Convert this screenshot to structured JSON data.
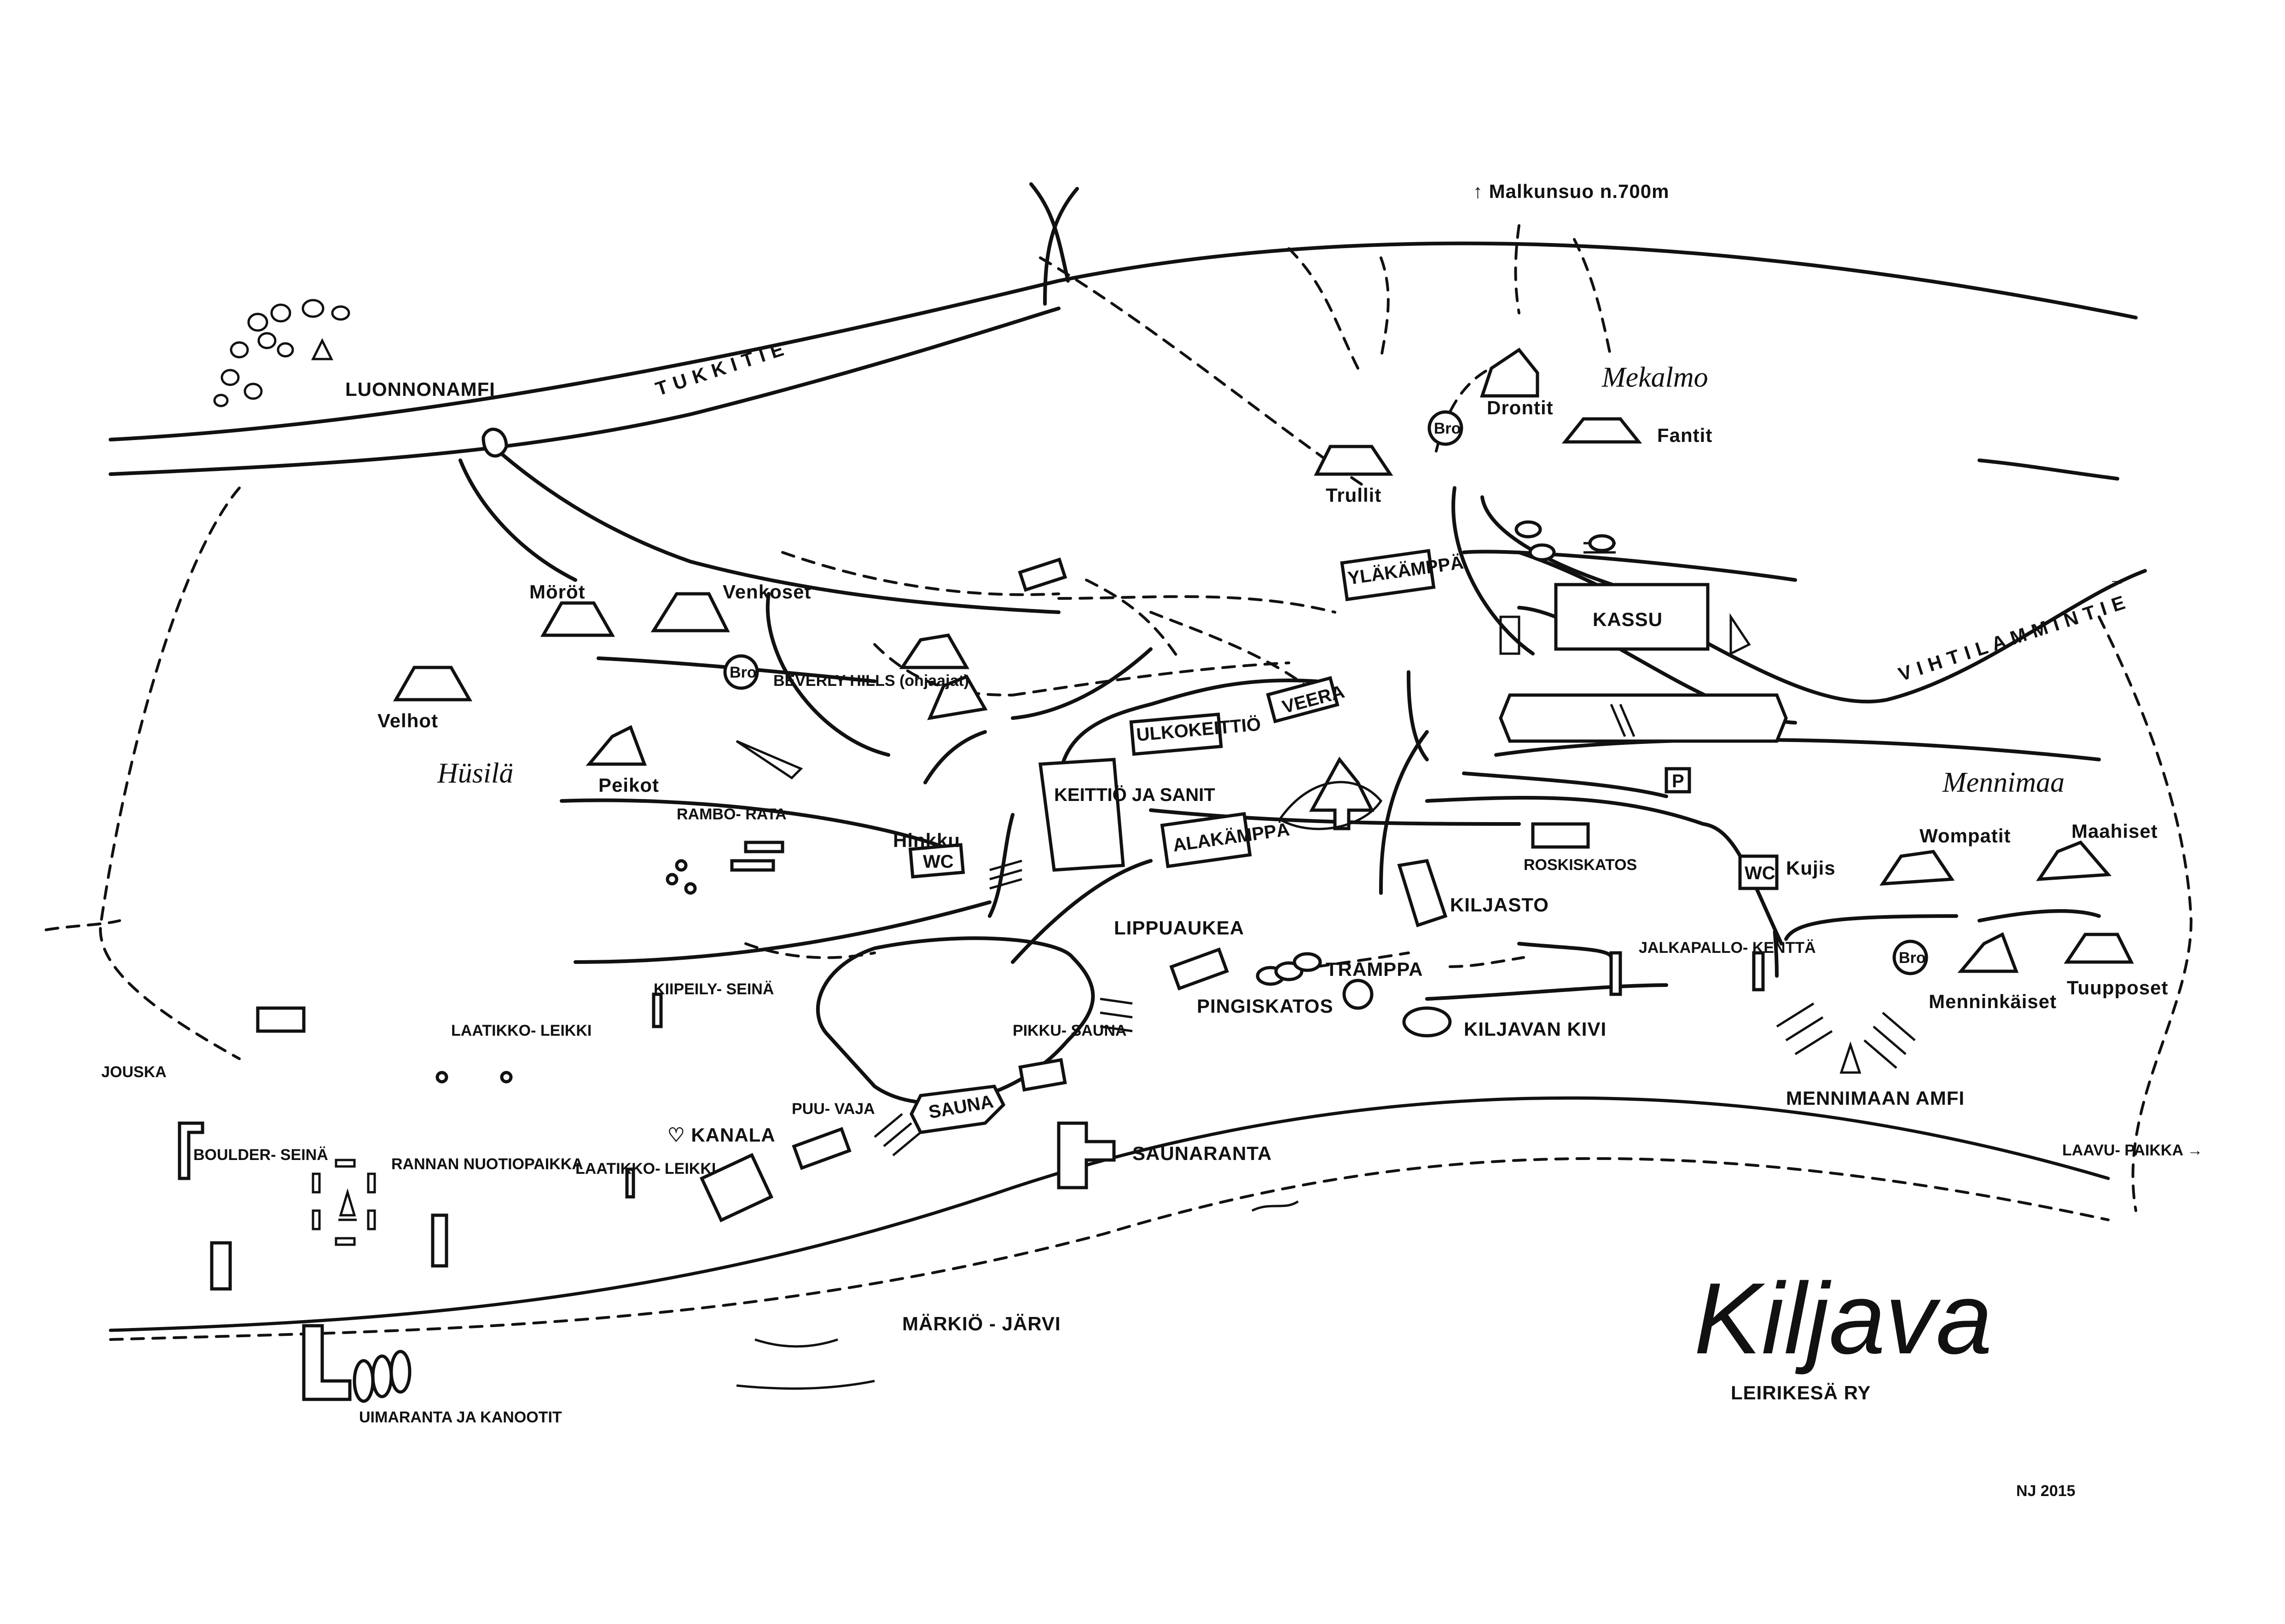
{
  "map": {
    "title": "Kiljava",
    "subtitle": "LEIRIKESÄ RY",
    "signature": "NJ 2015",
    "roads": {
      "tukkitie": "T U K K I T I E",
      "vihtilammintie": "V I H T I L A M M I N T I E",
      "to_malkunsuo": "↑ Malkunsuo n.700m",
      "to_laavupaikka": "LAAVU- PAIKKA →",
      "vihti_arrow": "→"
    },
    "areas": {
      "husila": "Hüsilä",
      "mekalmo": "Mekalmo",
      "mennimaa": "Mennimaa"
    },
    "tents": {
      "drontit": "Drontit",
      "fantit": "Fantit",
      "trullit": "Trullit",
      "morot": "Möröt",
      "venkoset": "Venkoset",
      "velhot": "Velhot",
      "peikot": "Peikot",
      "beverly_hills": "BEVERLY HILLS (ohjaajat)",
      "wompatit": "Wompatit",
      "maahiset": "Maahiset",
      "menninkaiset": "Menninkäiset",
      "tuupposet": "Tuupposet"
    },
    "buildings": {
      "ylakamppa": "YLÄKÄMPPÄ",
      "kassu": "KASSU",
      "ulkokeittio": "ULKOKEITTIÖ",
      "veera": "VEERA",
      "keittio": "KEITTIÖ JA SANIT",
      "alakamppa": "ALAKÄMPPÄ",
      "wc1": "WC",
      "wc2": "WC",
      "sauna": "SAUNA",
      "pikkusauna": "PIKKU- SAUNA",
      "puuvaja": "PUU- VAJA",
      "bro": "Bro",
      "p": "P"
    },
    "places": {
      "luonnonamfi": "LUONNONAMFI",
      "ramborata": "RAMBO- RATA",
      "hinkku": "Hinkku",
      "roskiskatos": "ROSKISKATOS",
      "kiljasto": "KILJASTO",
      "kujis": "Kujis",
      "lippuaukea": "LIPPUAUKEA",
      "tramppa": "TRAMPPA",
      "pingiskatos": "PINGISKATOS",
      "kiljavan_kivi": "KILJAVAN KIVI",
      "jalkapallokentta": "JALKAPALLO- KENTTÄ",
      "kiipeilyseina": "KIIPEILY- SEINÄ",
      "laatikkoleikki1": "LAATIKKO- LEIKKI",
      "laatikkoleikki2": "LAATIKKO- LEIKKI",
      "jouska": "JOUSKA",
      "boulderseina": "BOULDER- SEINÄ",
      "rannan_nuotiopaikka": "RANNAN NUOTIOPAIKKA",
      "kanala": "♡ KANALA",
      "saunaranta": "SAUNARANTA",
      "mennimaan_amfi": "MENNIMAAN AMFI",
      "uimaranta": "UIMARANTA JA KANOOTIT",
      "markio_jarvi": "MÄRKIÖ - JÄRVI"
    }
  }
}
